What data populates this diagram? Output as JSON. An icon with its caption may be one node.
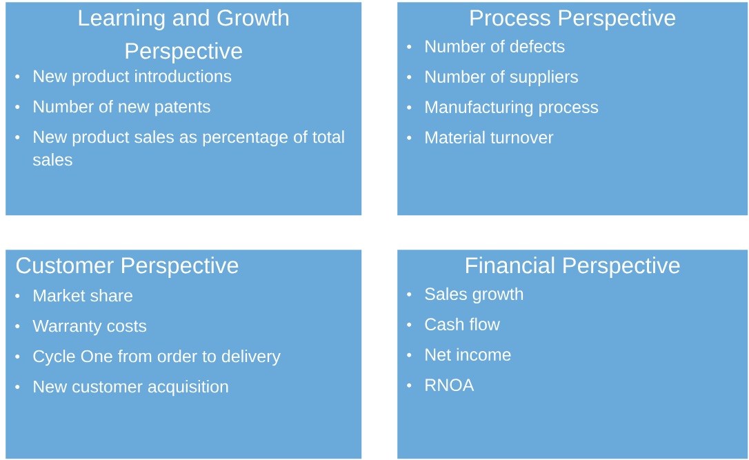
{
  "diagram": {
    "nodes": [
      {
        "text": [
          "Learning and Growth Perspective",
          "New product introductions",
          "Number of new patents",
          "New product sales as percentage of total sales"
        ]
      },
      {
        "text": [
          "Process Perspective",
          "Number of defects",
          "Number of suppliers",
          "Manufacturing process",
          "Material turnover"
        ]
      },
      {
        "text": [
          "Customer Perspective",
          "Market share",
          "Warranty costs",
          "Cycle One from order to delivery",
          "New customer acquisition"
        ]
      },
      {
        "text": [
          "Financial Perspective",
          "Sales growth",
          "Cash flow",
          "Net income",
          "RNOA"
        ]
      }
    ]
  }
}
